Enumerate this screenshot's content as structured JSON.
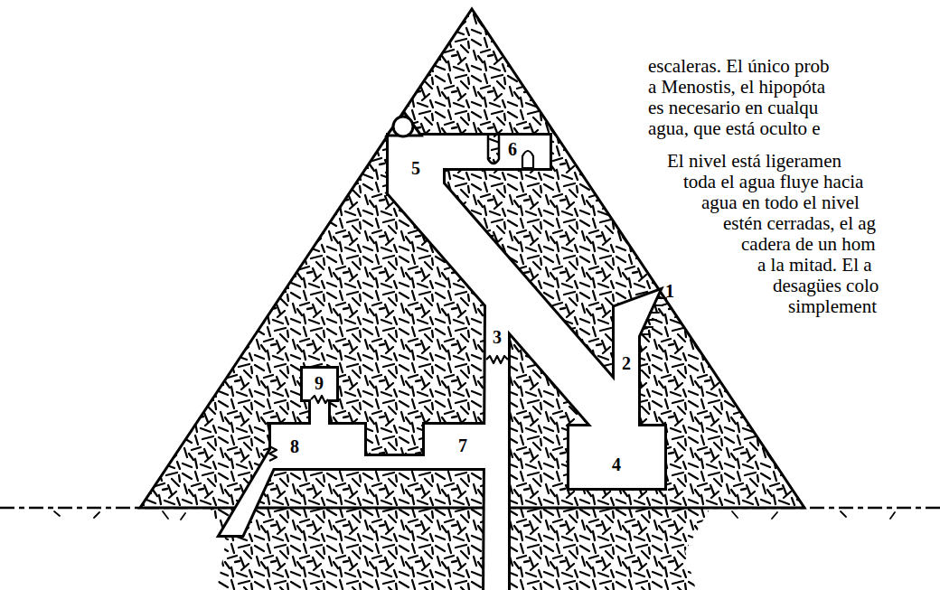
{
  "diagram": {
    "labels": [
      "5",
      "6",
      "1",
      "3",
      "2",
      "9",
      "8",
      "7",
      "4",
      "escaleras. El único prob",
      "a Menostis, el hipopóta",
      "es necesario en cualqu",
      "agua, que está oculto e",
      "El nivel está ligeramen",
      "toda el agua fluye hacia",
      "agua en todo el nivel",
      "estén cerradas, el ag",
      "cadera de un hom",
      "a la mitad. El a",
      "desagües colo",
      "simplement"
    ]
  }
}
